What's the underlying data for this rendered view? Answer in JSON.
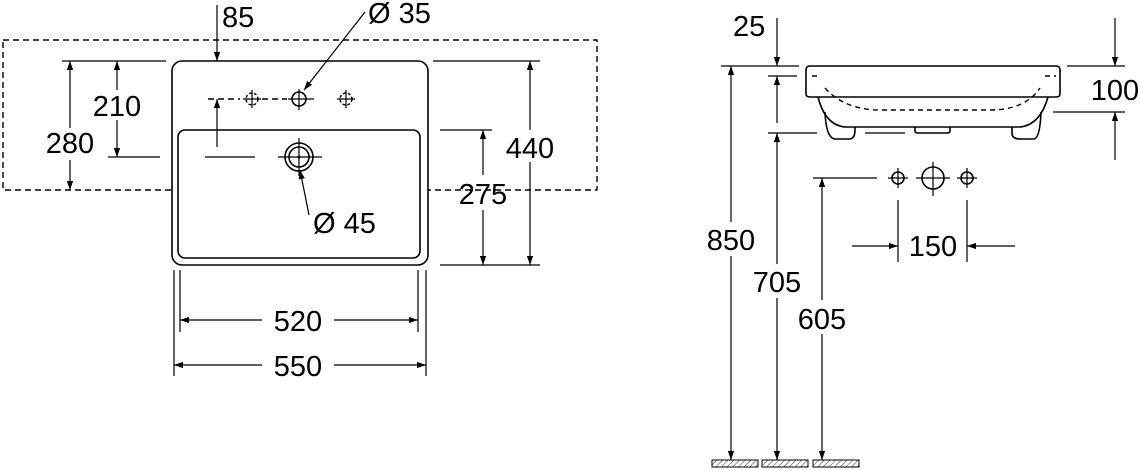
{
  "top_view": {
    "dim_85": "85",
    "dim_dia35": "Ø 35",
    "dim_dia45": "Ø 45",
    "dim_210": "210",
    "dim_280": "280",
    "dim_440": "440",
    "dim_275": "275",
    "dim_520": "520",
    "dim_550": "550"
  },
  "side_view": {
    "dim_25": "25",
    "dim_100": "100",
    "dim_850": "850",
    "dim_705": "705",
    "dim_605": "605",
    "dim_150": "150"
  }
}
